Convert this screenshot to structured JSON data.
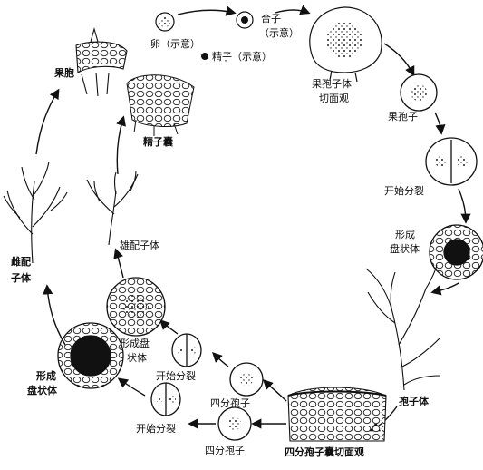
{
  "labels": {
    "carpogonium": "果胞",
    "egg": "卵（示意）",
    "zygote_line1": "合子",
    "zygote_line2": "（示意）",
    "sperm": "精子（示意）",
    "spermatangium": "精子囊",
    "carposporophyte_line1": "果孢子体",
    "carposporophyte_line2": "切面观",
    "carpospore": "果孢子",
    "division1": "开始分裂",
    "disc1_line1": "形成",
    "disc1_line2": "盘状体",
    "tetrasporophyte": "孢子体",
    "tetrasporangium_section": "四分孢子囊切面观",
    "tetraspore_right": "四分孢子",
    "division_right": "开始分裂",
    "tetraspore_left": "四分孢子",
    "division_left": "开始分裂",
    "disc2_line1": "形成盘",
    "disc2_line2": "状体",
    "male_gametophyte": "雄配子体",
    "female_line1": "雌配",
    "female_line2": "子体",
    "disc3_line1": "形成",
    "disc3_line2": "盘状体"
  }
}
